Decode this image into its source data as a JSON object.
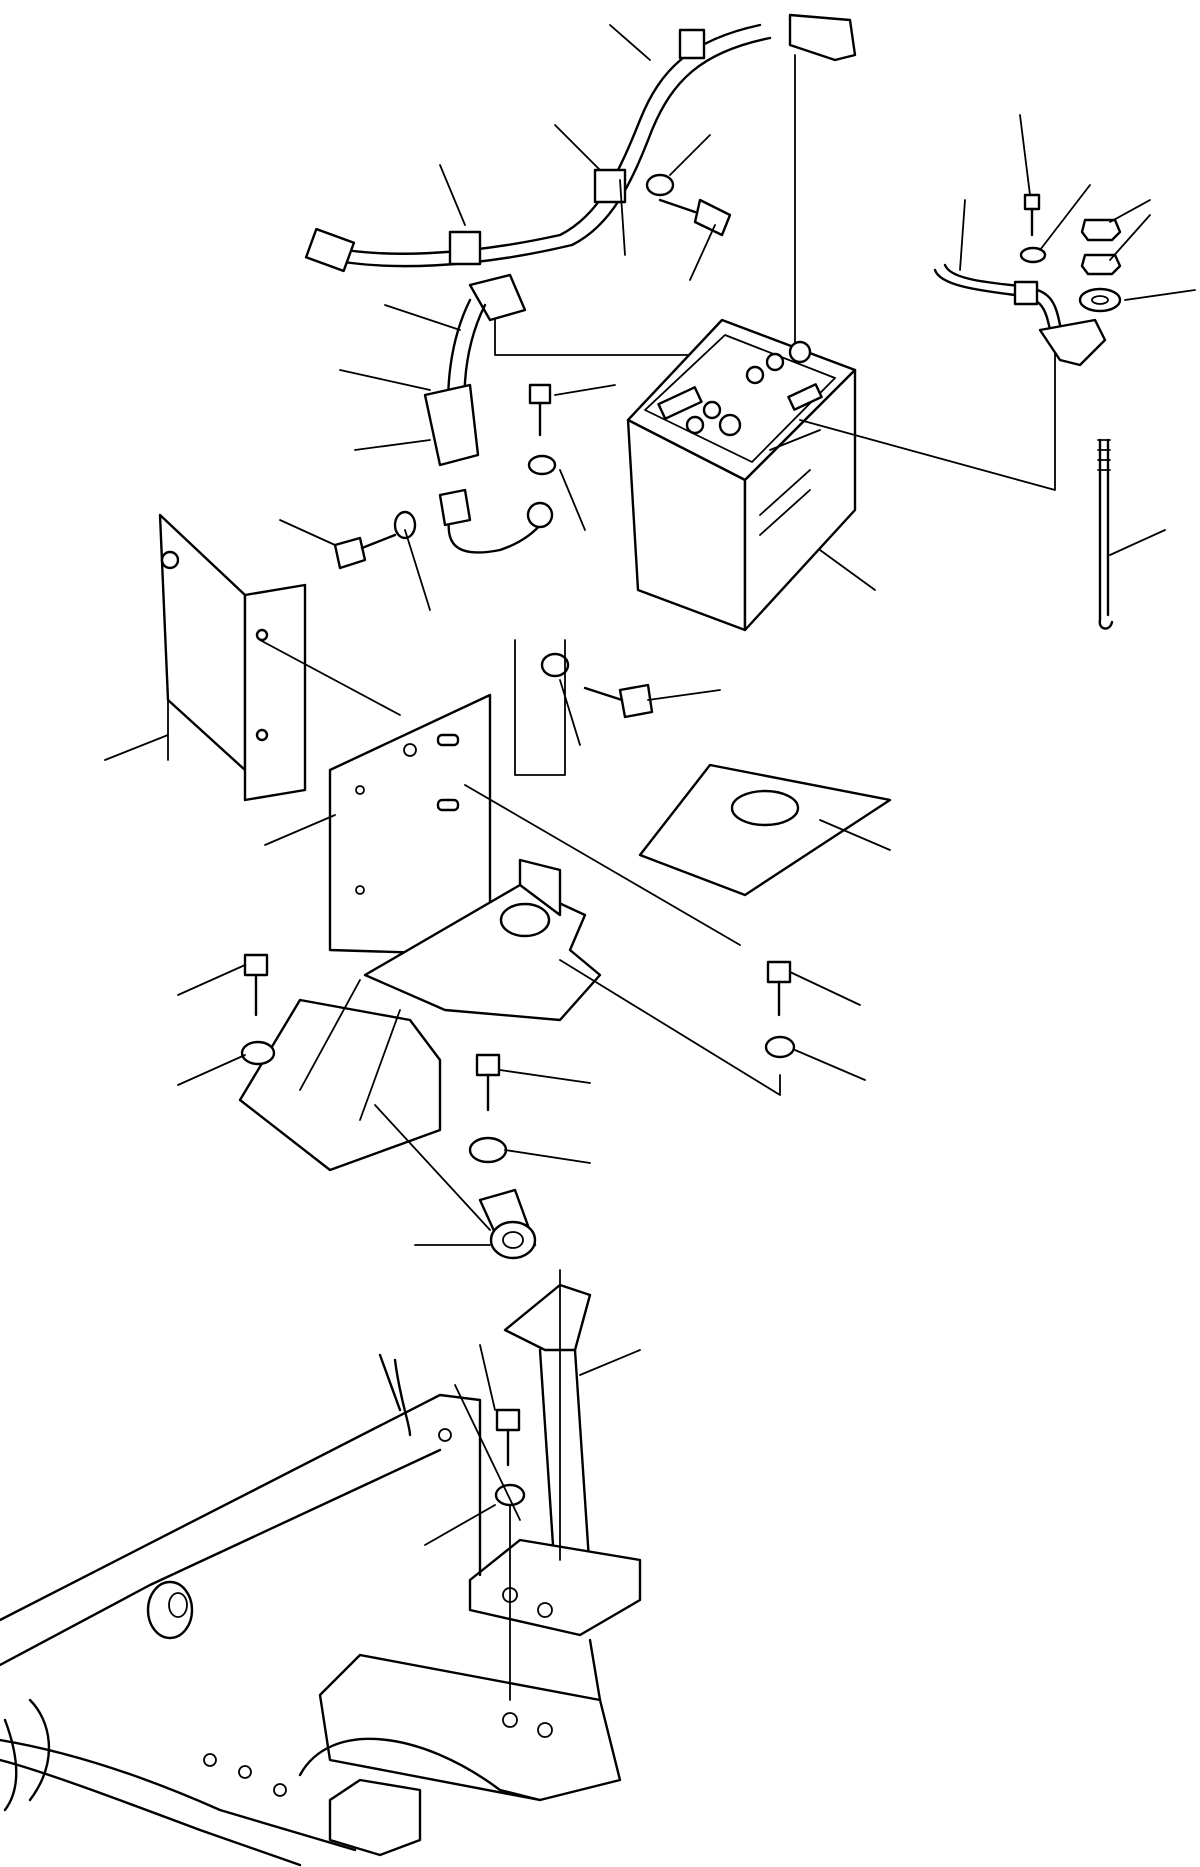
{
  "diagram": {
    "type": "exploded-parts-drawing",
    "components": [
      "battery",
      "battery-cable-harness",
      "ground-cable",
      "battery-bracket",
      "side-cover-plate",
      "battery-insulator-pad",
      "hold-down-rod",
      "hold-down-clamp",
      "mounting-bolts",
      "washers",
      "nuts",
      "support-stand",
      "collar",
      "frame"
    ]
  }
}
